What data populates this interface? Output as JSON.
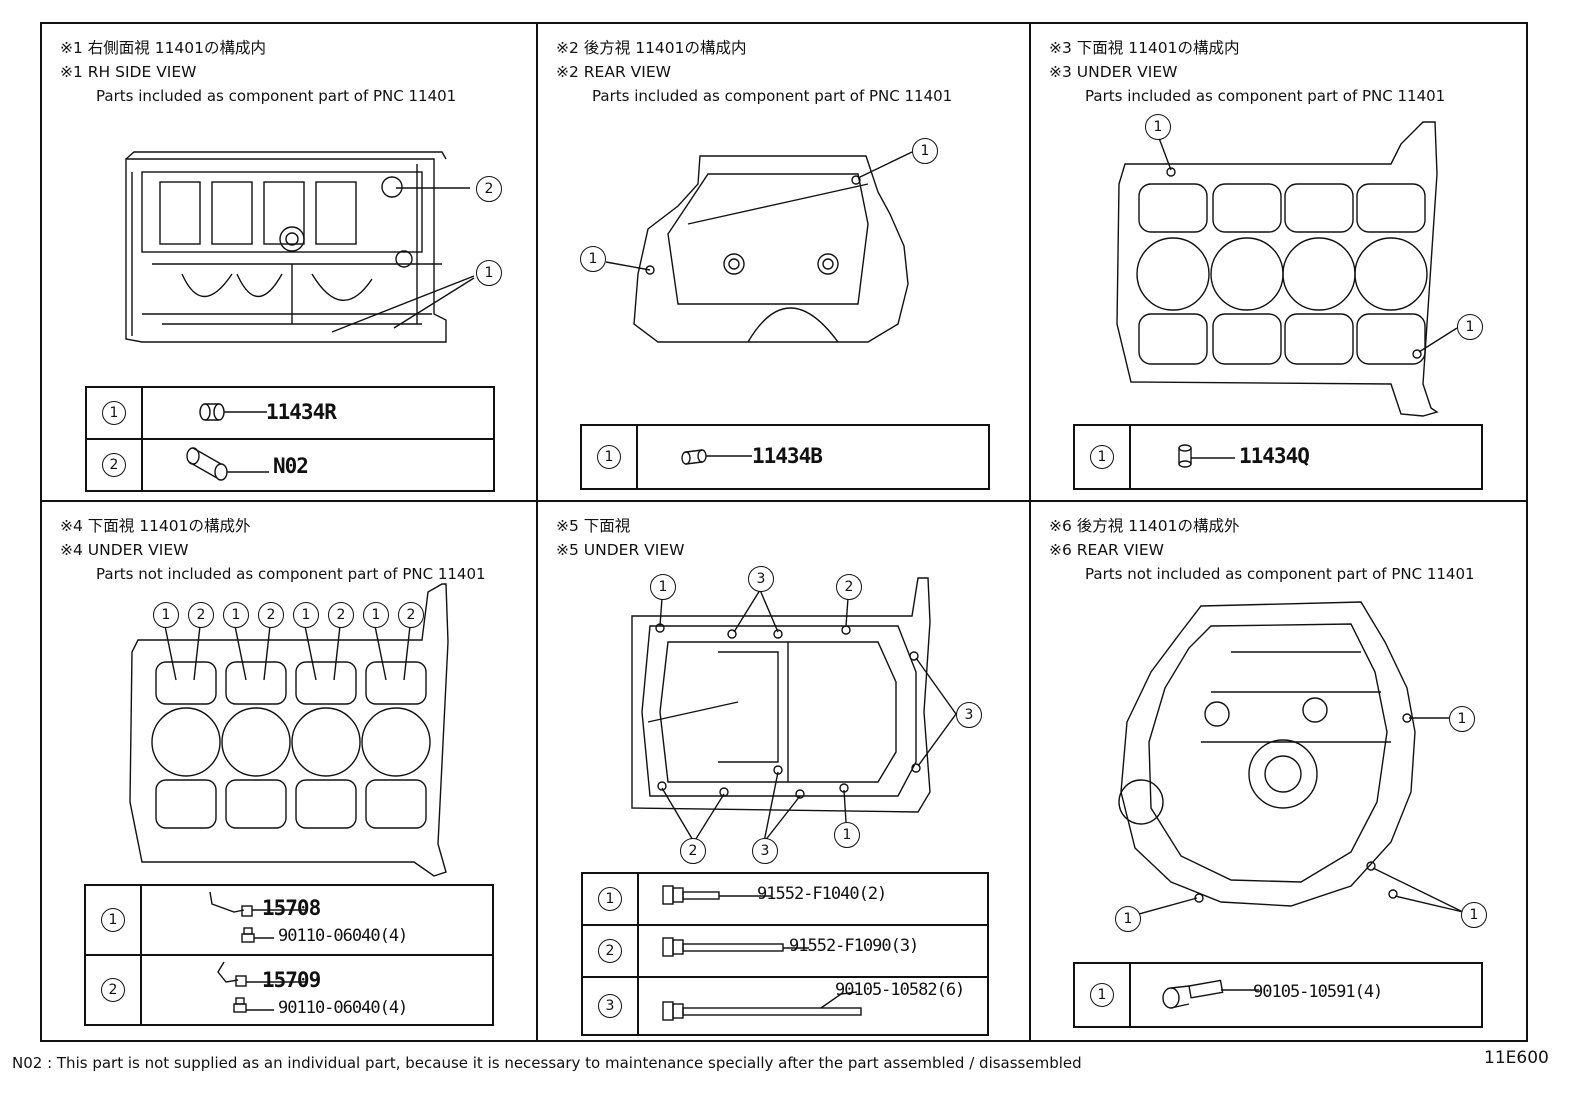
{
  "panels": [
    {
      "id": "p1",
      "heading_jp": "※1 右側面視 11401の構成内",
      "heading_en": "※1 RH SIDE VIEW",
      "subheading": "Parts included as component part of PNC 11401",
      "callouts": [
        "2",
        "1"
      ],
      "rows": [
        {
          "index": "1",
          "parts": [
            "11434R"
          ]
        },
        {
          "index": "2",
          "parts": [
            "N02"
          ]
        }
      ]
    },
    {
      "id": "p2",
      "heading_jp": "※2 後方視 11401の構成内",
      "heading_en": "※2 REAR VIEW",
      "subheading": "Parts included as component part of PNC 11401",
      "callouts": [
        "1",
        "1"
      ],
      "rows": [
        {
          "index": "1",
          "parts": [
            "11434B"
          ]
        }
      ]
    },
    {
      "id": "p3",
      "heading_jp": "※3 下面視 11401の構成内",
      "heading_en": "※3 UNDER VIEW",
      "subheading": "Parts included as component part of PNC 11401",
      "callouts": [
        "1",
        "1"
      ],
      "rows": [
        {
          "index": "1",
          "parts": [
            "11434Q"
          ]
        }
      ]
    },
    {
      "id": "p4",
      "heading_jp": "※4 下面視 11401の構成外",
      "heading_en": "※4 UNDER VIEW",
      "subheading": "Parts not included as component part of PNC 11401",
      "callouts": [
        "1",
        "2",
        "1",
        "2",
        "1",
        "2",
        "1",
        "2"
      ],
      "rows": [
        {
          "index": "1",
          "parts": [
            "15708",
            "90110-06040(4)"
          ]
        },
        {
          "index": "2",
          "parts": [
            "15709",
            "90110-06040(4)"
          ]
        }
      ]
    },
    {
      "id": "p5",
      "heading_jp": "※5 下面視",
      "heading_en": "※5 UNDER VIEW",
      "subheading": "",
      "callouts": [
        "1",
        "3",
        "2",
        "3",
        "2",
        "3",
        "1"
      ],
      "rows": [
        {
          "index": "1",
          "parts": [
            "91552-F1040(2)"
          ]
        },
        {
          "index": "2",
          "parts": [
            "91552-F1090(3)"
          ]
        },
        {
          "index": "3",
          "parts": [
            "90105-10582(6)"
          ]
        }
      ]
    },
    {
      "id": "p6",
      "heading_jp": "※6 後方視 11401の構成外",
      "heading_en": "※6 REAR VIEW",
      "subheading": "Parts not included as component part of PNC 11401",
      "callouts": [
        "1",
        "1",
        "1"
      ],
      "rows": [
        {
          "index": "1",
          "parts": [
            "90105-10591(4)"
          ]
        }
      ]
    }
  ],
  "footnote": "N02 : This part is not supplied as an individual part, because it is necessary to maintenance specially after the part assembled / disassembled",
  "figure_code": "11E600"
}
